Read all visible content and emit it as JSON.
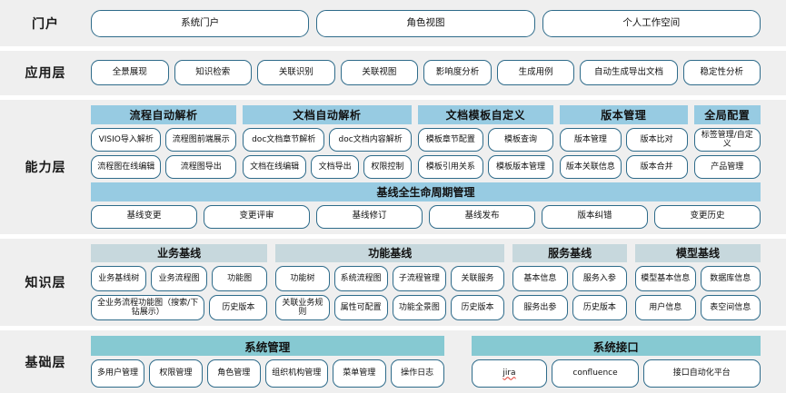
{
  "layers": [
    {
      "id": "portal",
      "label": "门户",
      "items": [
        "系统门户",
        "角色视图",
        "个人工作空间"
      ]
    },
    {
      "id": "application",
      "label": "应用层",
      "items": [
        "全景展现",
        "知识检索",
        "关联识别",
        "关联视图",
        "影响度分析",
        "生成用例",
        "自动生成导出文档",
        "稳定性分析"
      ]
    },
    {
      "id": "capability",
      "label": "能力层",
      "groups": [
        {
          "title": "流程自动解析",
          "rows": [
            [
              "VISIO导入解析",
              "流程图前端展示"
            ],
            [
              "流程图在线编辑",
              "流程图导出"
            ]
          ]
        },
        {
          "title": "文档自动解析",
          "rows": [
            [
              "doc文档章节解析",
              "doc文档内容解析"
            ],
            [
              "文档在线编辑",
              "文档导出",
              "权限控制"
            ]
          ]
        },
        {
          "title": "文档模板自定义",
          "rows": [
            [
              "模板章节配置",
              "模板查询"
            ],
            [
              "模板引用关系",
              "模板版本管理"
            ]
          ]
        },
        {
          "title": "版本管理",
          "rows": [
            [
              "版本管理",
              "版本比对"
            ],
            [
              "版本关联信息",
              "版本合并"
            ]
          ]
        },
        {
          "title": "全局配置",
          "rows": [
            [
              "标签管理/自定义"
            ],
            [
              "产品管理"
            ]
          ]
        }
      ],
      "lifecycle": {
        "title": "基线全生命周期管理",
        "items": [
          "基线变更",
          "变更评审",
          "基线修订",
          "基线发布",
          "版本纠错",
          "变更历史"
        ]
      }
    },
    {
      "id": "knowledge",
      "label": "知识层",
      "groups": [
        {
          "title": "业务基线",
          "rows": [
            [
              "业务基线树",
              "业务流程图",
              "功能图"
            ],
            [
              "全业务流程功能图（搜索/下钻展示）",
              "历史版本"
            ]
          ]
        },
        {
          "title": "功能基线",
          "rows": [
            [
              "功能树",
              "系统流程图",
              "子流程管理",
              "关联服务"
            ],
            [
              "关联业务规则",
              "属性可配置",
              "功能全景图",
              "历史版本"
            ]
          ]
        },
        {
          "title": "服务基线",
          "rows": [
            [
              "基本信息",
              "服务入参"
            ],
            [
              "服务出参",
              "历史版本"
            ]
          ]
        },
        {
          "title": "模型基线",
          "rows": [
            [
              "模型基本信息",
              "数据库信息"
            ],
            [
              "用户信息",
              "表空间信息"
            ]
          ]
        }
      ]
    },
    {
      "id": "foundation",
      "label": "基础层",
      "groups": [
        {
          "title": "系统管理",
          "rows": [
            [
              "多用户管理",
              "权限管理",
              "角色管理",
              "组织机构管理",
              "菜单管理",
              "操作日志"
            ]
          ]
        },
        {
          "title": "系统接口",
          "rows": [
            [
              "jira",
              "confluence",
              "接口自动化平台"
            ]
          ]
        }
      ]
    }
  ],
  "colors": {
    "row_background": "#efefef",
    "pill_border": "#2e6b8a",
    "capability_header": "#97cbe2",
    "knowledge_header": "#c7d8dd",
    "foundation_header": "#86c9d2"
  }
}
